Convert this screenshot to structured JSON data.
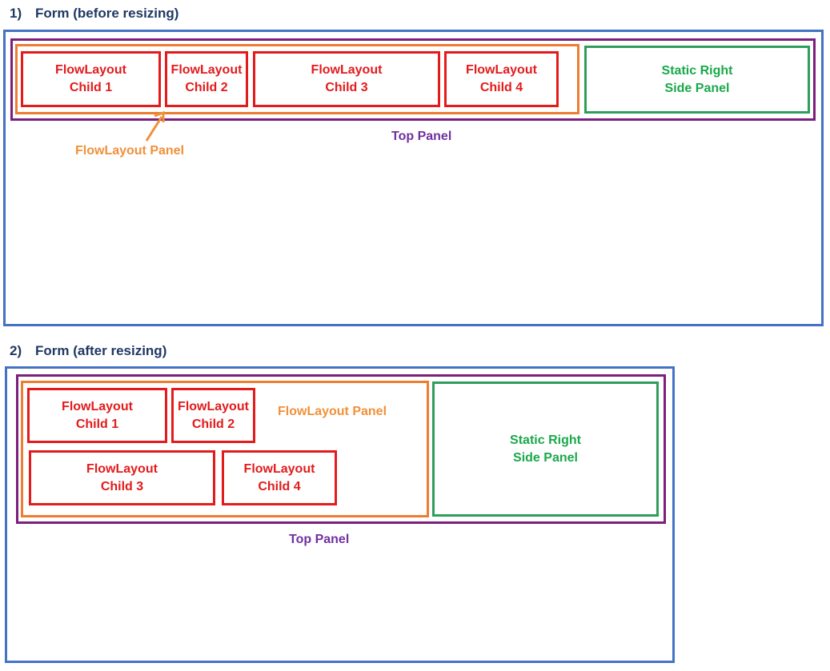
{
  "before": {
    "number": "1)",
    "title": "Form (before resizing)",
    "top_panel_label": "Top Panel",
    "flow_panel_label": "FlowLayout Panel",
    "children": [
      {
        "line1": "FlowLayout",
        "line2": "Child 1"
      },
      {
        "line1": "FlowLayout",
        "line2": "Child 2"
      },
      {
        "line1": "FlowLayout",
        "line2": "Child 3"
      },
      {
        "line1": "FlowLayout",
        "line2": "Child 4"
      }
    ],
    "static_panel": {
      "line1": "Static Right",
      "line2": "Side Panel"
    }
  },
  "after": {
    "number": "2)",
    "title": "Form (after resizing)",
    "top_panel_label": "Top Panel",
    "flow_panel_label": "FlowLayout Panel",
    "children": [
      {
        "line1": "FlowLayout",
        "line2": "Child 1"
      },
      {
        "line1": "FlowLayout",
        "line2": "Child 2"
      },
      {
        "line1": "FlowLayout",
        "line2": "Child 3"
      },
      {
        "line1": "FlowLayout",
        "line2": "Child 4"
      }
    ],
    "static_panel": {
      "line1": "Static Right",
      "line2": "Side Panel"
    }
  },
  "colors": {
    "form_border": "#4472c4",
    "top_panel_border": "#7b1f7b",
    "flow_panel_border": "#ed7d31",
    "child_border": "#e31b1b",
    "static_panel_border": "#2e9e5b",
    "heading_text": "#1f3864"
  }
}
